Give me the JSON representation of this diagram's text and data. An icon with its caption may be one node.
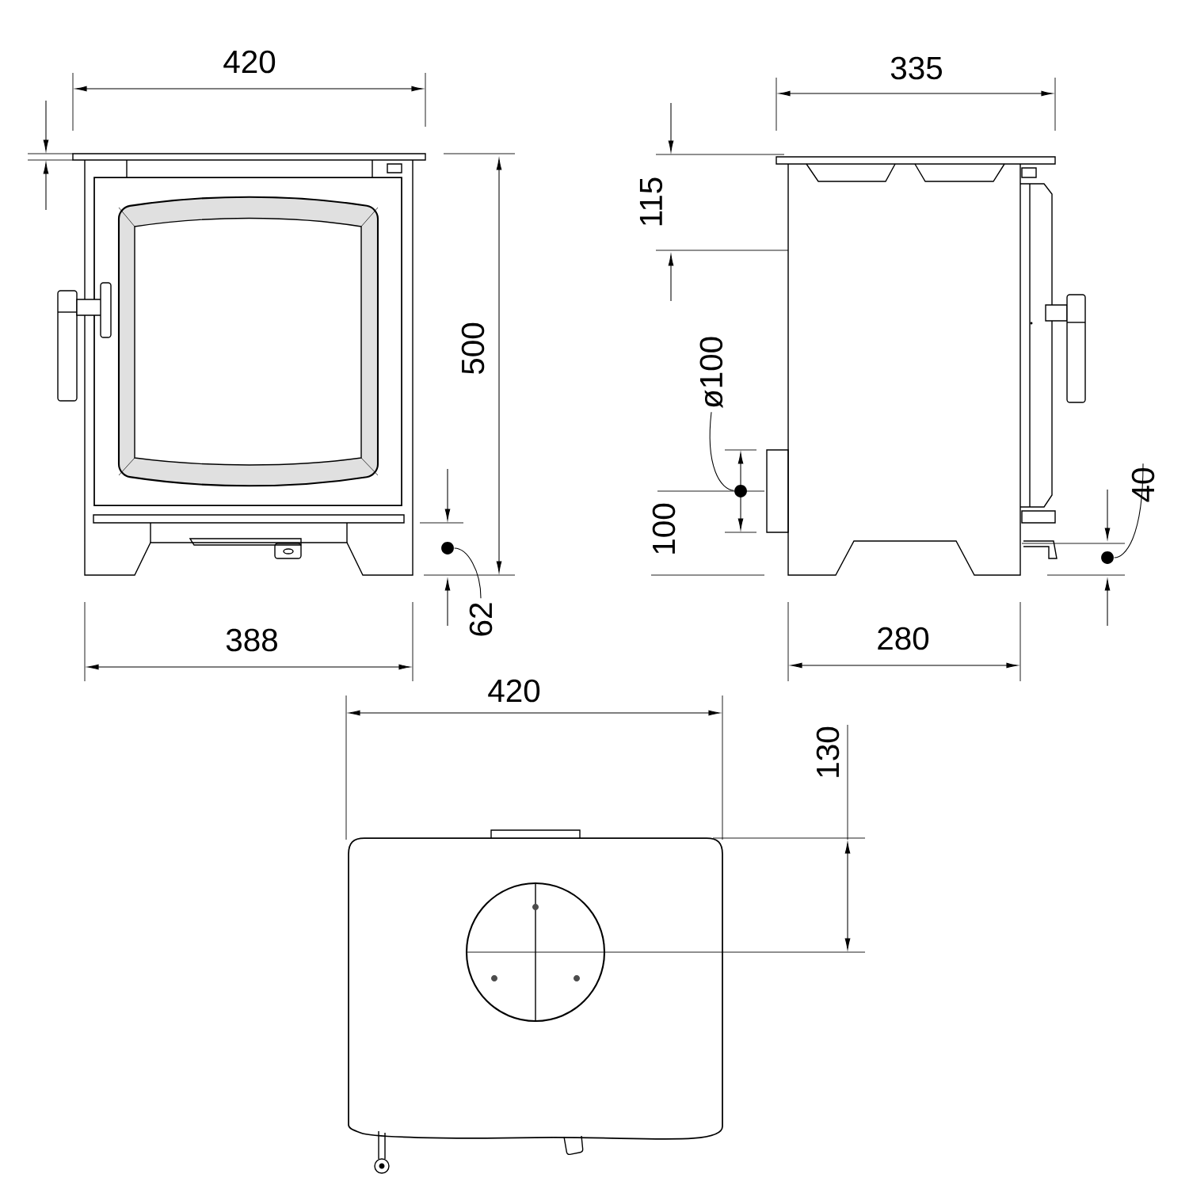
{
  "diagram": {
    "nodes": [
      {
        "text": [
          "ø100"
        ]
      },
      {
        "text": [
          "40"
        ]
      },
      {
        "text": [
          "62"
        ]
      },
      {
        "text": [],
        "shape": "dot"
      },
      {
        "text": [],
        "shape": "dot"
      },
      {
        "text": [],
        "shape": "dot"
      }
    ],
    "edges": [
      {
        "from": 0,
        "to": 4,
        "arrow": "none"
      },
      {
        "from": 1,
        "to": 5,
        "arrow": "none"
      },
      {
        "from": 2,
        "to": 3,
        "arrow": "none"
      }
    ],
    "labels": [
      "420",
      "335",
      "115",
      "500",
      "100",
      "388",
      "280",
      "420",
      "130"
    ]
  }
}
